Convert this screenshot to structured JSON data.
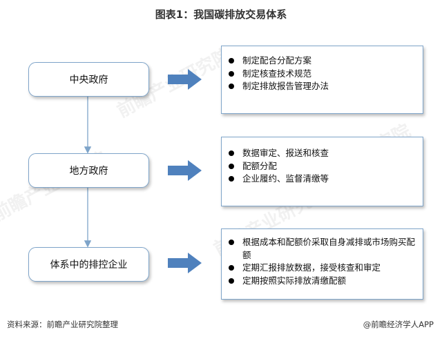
{
  "title": "图表1：我国碳排放交易体系",
  "levels": [
    {
      "name": "中央政府",
      "items": [
        "制定配合分配方案",
        "制定核查技术规范",
        "制定排放报告管理办法"
      ]
    },
    {
      "name": "地方政府",
      "items": [
        "数据审定、报送和核查",
        "配额分配",
        "企业履约、监督清缴等"
      ]
    },
    {
      "name": "体系中的排控企业",
      "items": [
        "根据成本和配额价采取自身减排或市场购买配额",
        "定期汇报排放数据，接受核查和审定",
        "定期按照实际排放清缴配额"
      ]
    }
  ],
  "footer": {
    "source": "资料来源：前瞻产业研究院整理",
    "credit": "@前瞻经济学人APP"
  },
  "watermark": "前瞻产业研究院",
  "colors": {
    "box_border": "#7ea4c9",
    "arrow_fill": "#4f81bd",
    "connector": "#7ea4c9"
  }
}
